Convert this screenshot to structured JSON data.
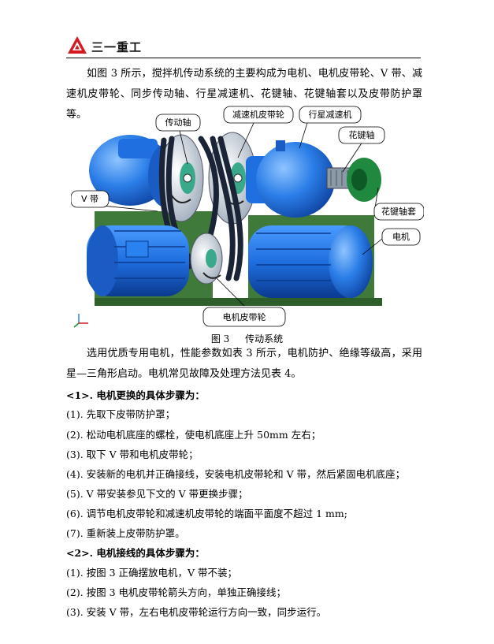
{
  "header": {
    "brand_name": "三一重工",
    "logo_icon": "sany-triangle-logo",
    "logo_color": "#d4181e"
  },
  "intro_paragraph": "如图 3 所示，搅拌机传动系统的主要构成为电机、电机皮带轮、V 带、减速机皮带轮、同步传动轴、行星减速机、花键轴、花键轴套以及皮带防护罩等。",
  "figure": {
    "callouts": {
      "drive_shaft": "传动轴",
      "reducer_pulley": "减速机皮带轮",
      "planetary_reducer": "行星减速机",
      "spline_shaft": "花键轴",
      "v_belt": "V 带",
      "spline_sleeve": "花键轴套",
      "motor": "电机",
      "motor_pulley": "电机皮带轮"
    },
    "caption_number": "图 3",
    "caption_title": "传动系统",
    "colors": {
      "housing_blue": "#2b7ee8",
      "belt_dark": "#1b2436",
      "frame_green": "#3f7a3a"
    }
  },
  "second_paragraph": "选用优质专用电机，性能参数如表 3 所示，电机防护、绝缘等级高，采用星—三角形启动。电机常见故障及处理方法见表 4。",
  "section1": {
    "heading": "<1>. 电机更换的具体步骤为：",
    "steps": [
      "(1). 先取下皮带防护罩；",
      "(2). 松动电机底座的螺栓，使电机底座上升 50mm 左右；",
      "(3). 取下 V 带和电机皮带轮；",
      "(4). 安装新的电机并正确接线，安装电机皮带轮和 V 带，然后紧固电机底座；",
      "(5). V 带安装参见下文的 V 带更换步骤；",
      "(6). 调节电机皮带轮和减速机皮带轮的端面平面度不超过 1 mm;",
      "(7). 重新装上皮带防护罩。"
    ]
  },
  "section2": {
    "heading": "<2>. 电机接线的具体步骤为：",
    "steps": [
      "(1). 按图 3 正确摆放电机，V 带不装；",
      "(2). 按图 3 电机皮带轮箭头方向，单独正确接线；",
      "(3). 安装 V 带，左右电机皮带轮运行方向一致，同步运行。"
    ]
  }
}
